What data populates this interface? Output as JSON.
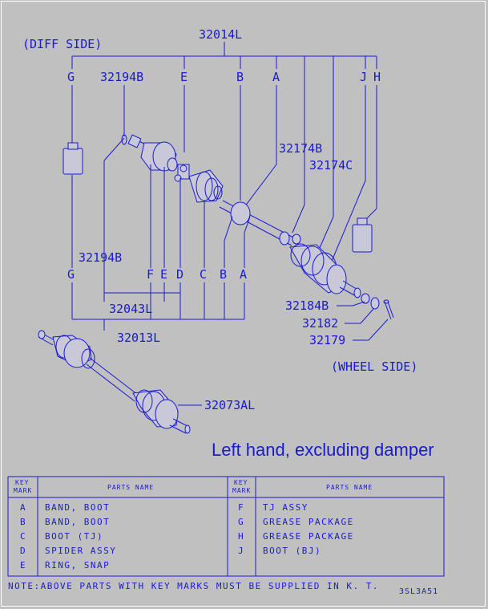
{
  "diagram": {
    "diff_side": "(DIFF SIDE)",
    "wheel_side": "(WHEEL SIDE)",
    "caption": "Left hand, excluding damper",
    "drawing_code": "3SL3A51",
    "part_numbers": {
      "p32014L": "32014L",
      "p32194B_top": "32194B",
      "p32194B_mid": "32194B",
      "p32174B": "32174B",
      "p32174C": "32174C",
      "p32043L": "32043L",
      "p32013L": "32013L",
      "p32184B": "32184B",
      "p32182": "32182",
      "p32179": "32179",
      "p32073AL": "32073AL"
    },
    "top_keys": [
      "G",
      "E",
      "B",
      "A",
      "J",
      "H"
    ],
    "bottom_keys": [
      "G",
      "F",
      "E",
      "D",
      "C",
      "B",
      "A"
    ]
  },
  "table": {
    "header_key": "KEY MARK",
    "header_name": "PARTS NAME",
    "rows": [
      {
        "k1": "A",
        "n1": "BAND, BOOT",
        "k2": "F",
        "n2": "TJ ASSY"
      },
      {
        "k1": "B",
        "n1": "BAND, BOOT",
        "k2": "G",
        "n2": "GREASE PACKAGE"
      },
      {
        "k1": "C",
        "n1": "BOOT (TJ)",
        "k2": "H",
        "n2": "GREASE PACKAGE"
      },
      {
        "k1": "D",
        "n1": "SPIDER ASSY",
        "k2": "J",
        "n2": "BOOT (BJ)"
      },
      {
        "k1": "E",
        "n1": "RING, SNAP",
        "k2": "",
        "n2": ""
      }
    ],
    "note": "NOTE:ABOVE PARTS WITH KEY MARKS MUST BE SUPPLIED IN K. T."
  }
}
